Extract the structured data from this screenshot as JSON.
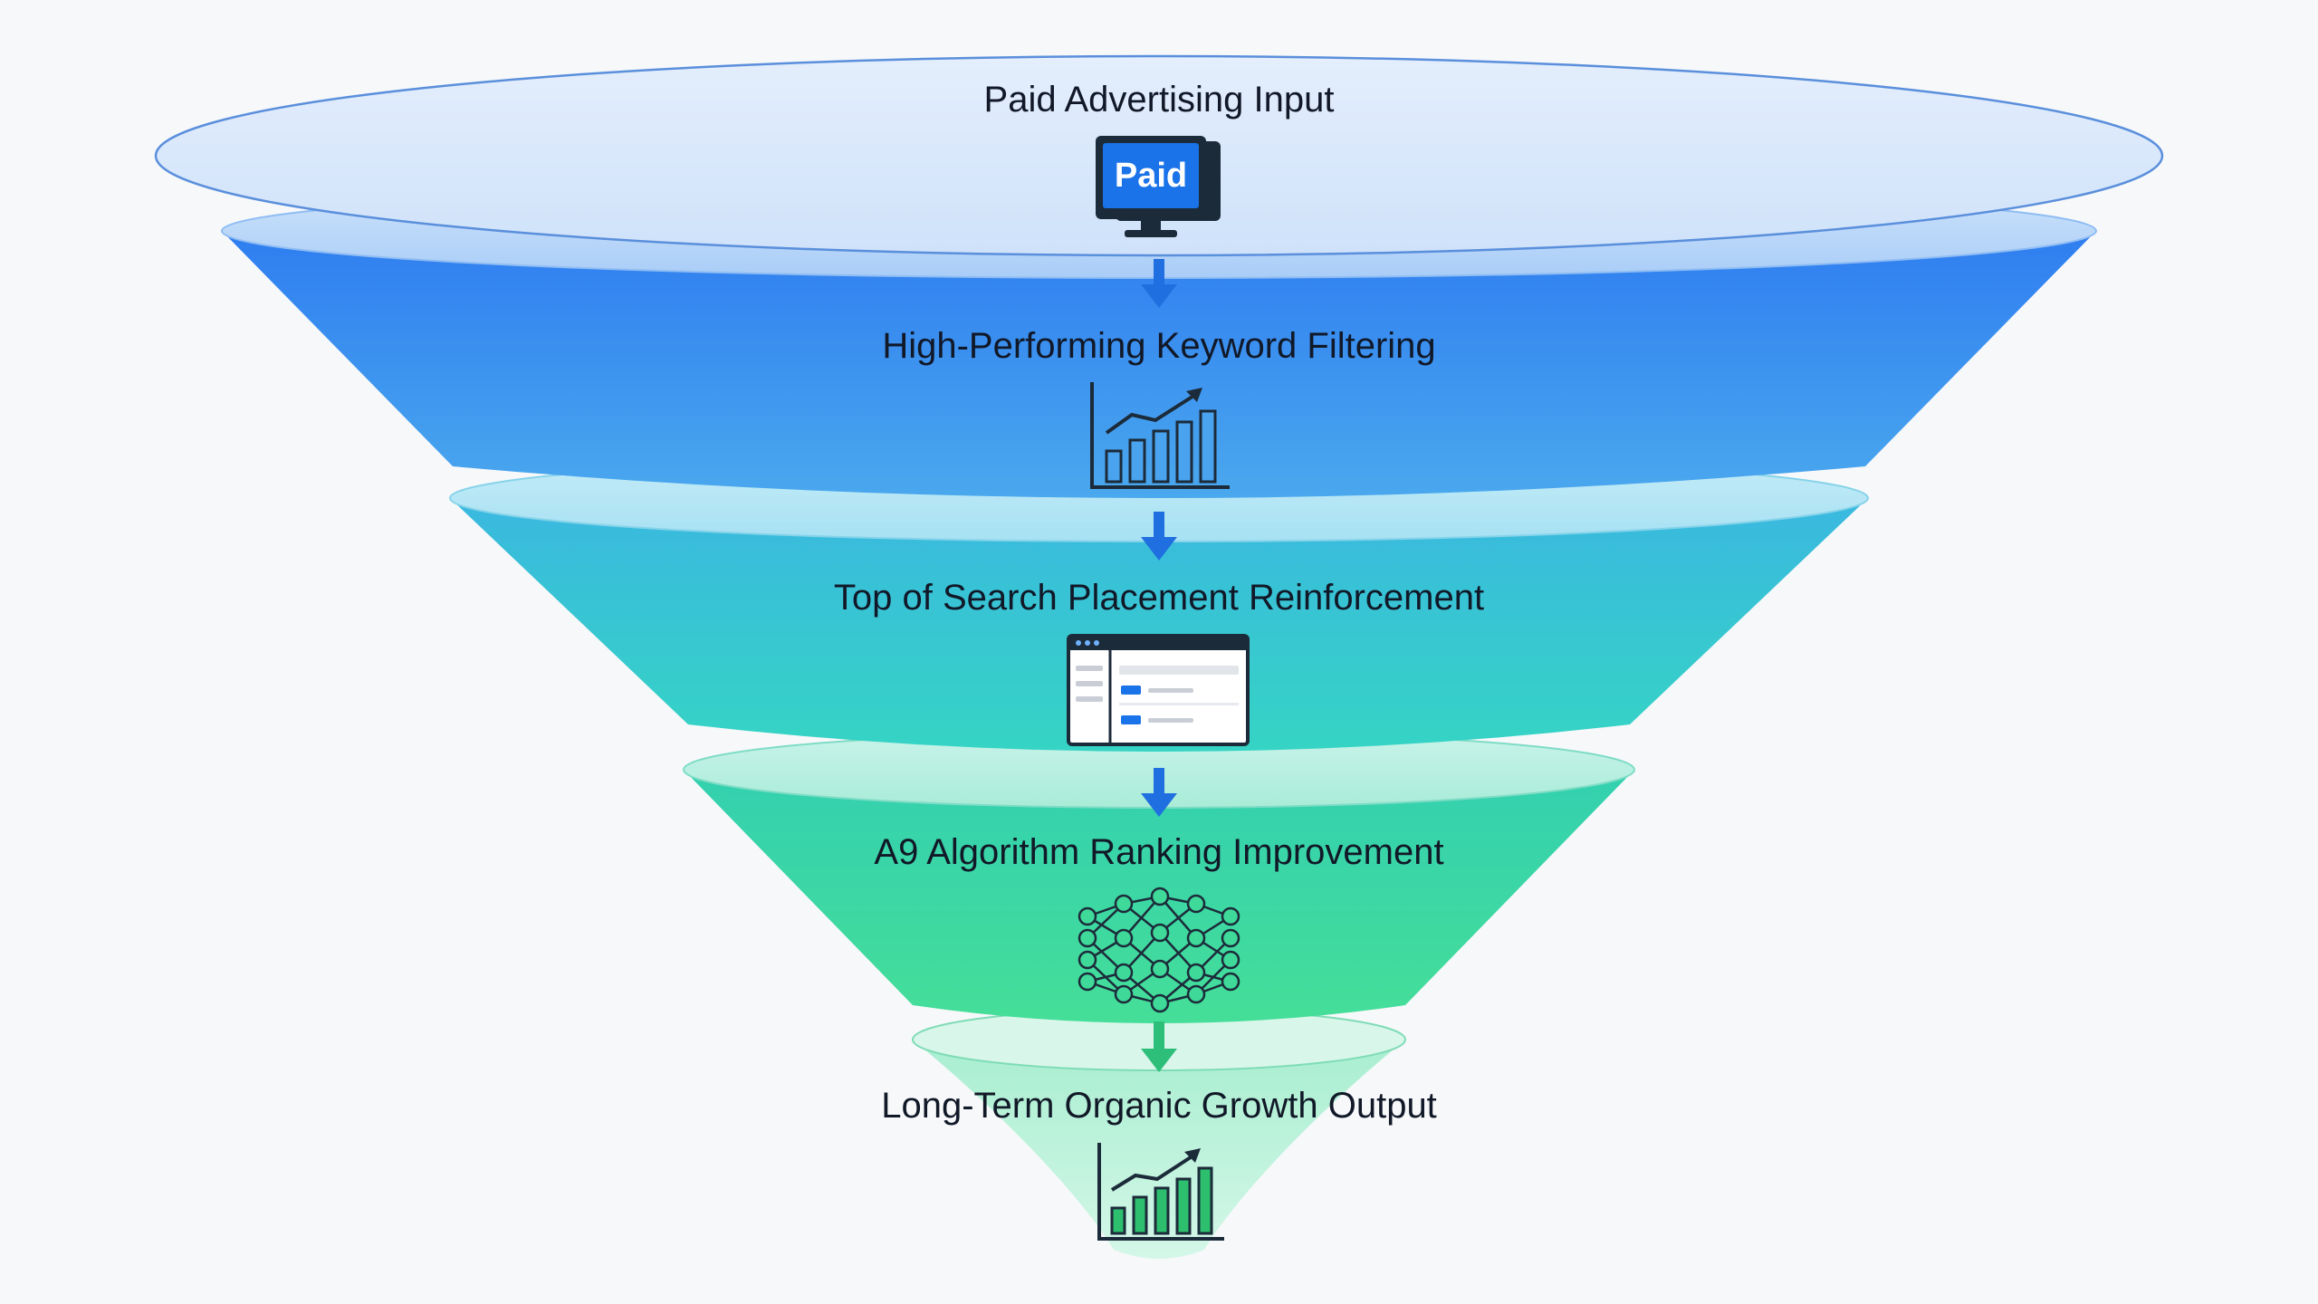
{
  "funnel": {
    "stages": [
      {
        "label": "Paid Advertising Input",
        "icon": "paid-monitor-icon",
        "icon_text": "Paid"
      },
      {
        "label": "High-Performing Keyword Filtering",
        "icon": "bar-chart-growth-icon"
      },
      {
        "label": "Top of Search Placement Reinforcement",
        "icon": "search-results-window-icon"
      },
      {
        "label": "A9 Algorithm Ranking Improvement",
        "icon": "neural-network-icon"
      },
      {
        "label": "Long-Term Organic Growth Output",
        "icon": "bar-chart-growth-icon"
      }
    ]
  },
  "colors": {
    "top_disc": "#dbe9fb",
    "stage_blue": "#3b8af0",
    "stage_teal": "#2fc4cf",
    "stage_green": "#3fd99a",
    "stage_mint": "#c4f3df",
    "arrow_blue": "#1f6fe0",
    "arrow_green": "#2dbf7a",
    "icon_dark": "#1c2b3a",
    "icon_blue": "#1a73e8",
    "icon_green": "#2dbf6e"
  }
}
